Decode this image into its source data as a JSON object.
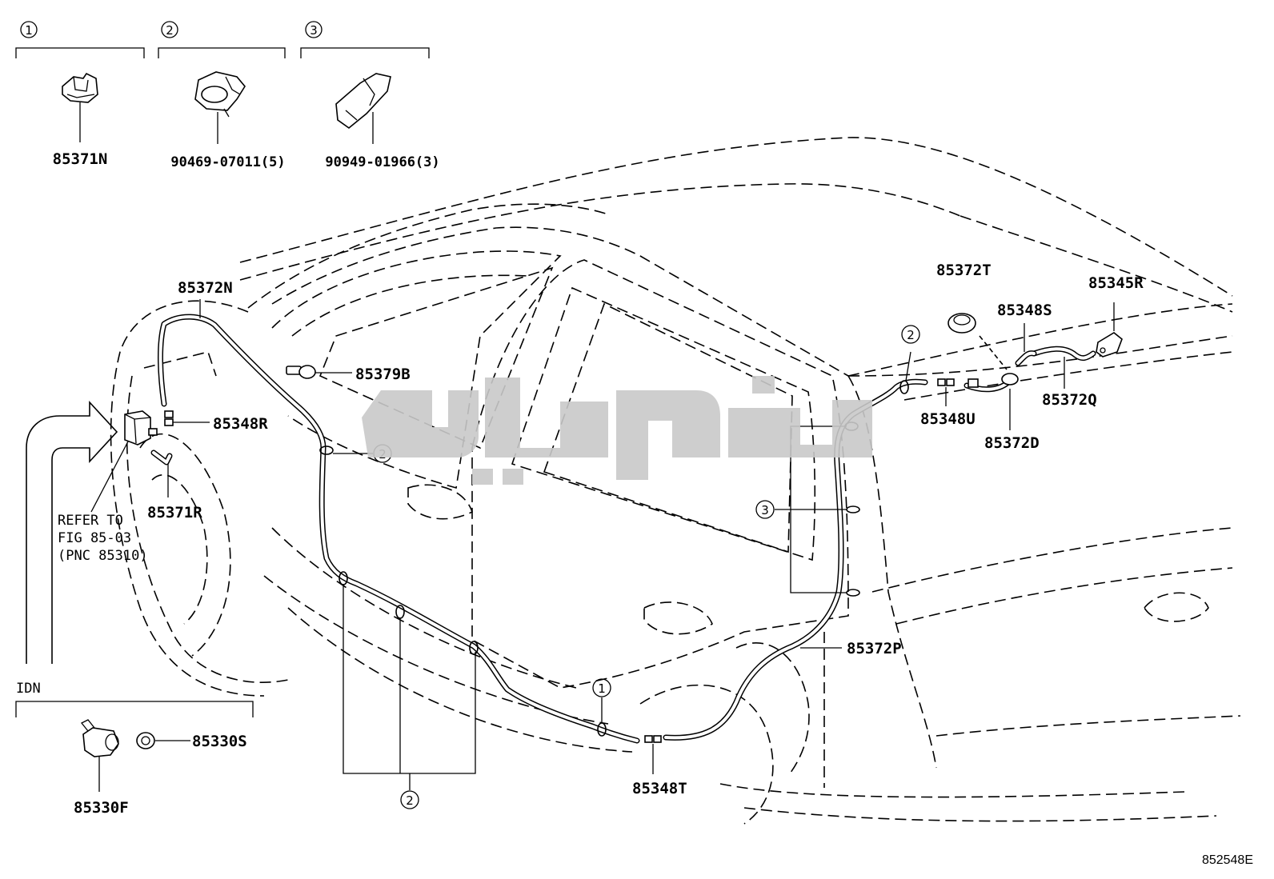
{
  "figure_code": "852548E",
  "clip_groups": [
    {
      "index": "1",
      "part": "85371N"
    },
    {
      "index": "2",
      "part": "90469-07011(5)"
    },
    {
      "index": "3",
      "part": "90949-01966(3)"
    }
  ],
  "idn": {
    "label": "IDN",
    "parts": [
      "85330F",
      "85330S"
    ]
  },
  "refer_note": {
    "line1": "REFER TO",
    "line2": "FIG 85-03",
    "line3": "(PNC 85310)"
  },
  "callouts": {
    "c85372N": "85372N",
    "c85379B": "85379B",
    "c85348R": "85348R",
    "c85371R": "85371R",
    "c85372T": "85372T",
    "c85348S": "85348S",
    "c85345R": "85345R",
    "c85348U": "85348U",
    "c85372Q": "85372Q",
    "c85372D": "85372D",
    "c85372P": "85372P",
    "c85348T": "85348T"
  },
  "clip_markers": {
    "m1": "1",
    "m2": "2",
    "m3": "3"
  }
}
